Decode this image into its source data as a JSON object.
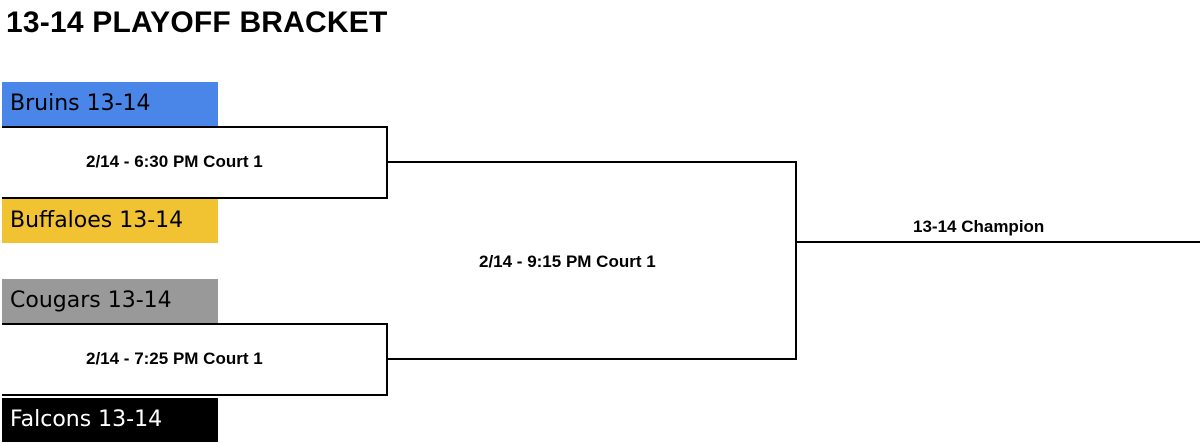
{
  "title": "13-14 PLAYOFF BRACKET",
  "teams": [
    {
      "name": "Bruins 13-14",
      "bg": "#4a86e8",
      "fg": "#000000"
    },
    {
      "name": "Buffaloes 13-14",
      "bg": "#f1c232",
      "fg": "#000000"
    },
    {
      "name": "Cougars 13-14",
      "bg": "#999999",
      "fg": "#000000"
    },
    {
      "name": "Falcons 13-14",
      "bg": "#000000",
      "fg": "#ffffff"
    }
  ],
  "games": {
    "semifinal_1": "2/14 - 6:30 PM Court 1",
    "semifinal_2": "2/14 - 7:25 PM Court 1",
    "final": "2/14 - 9:15 PM Court 1"
  },
  "champion": "13-14 Champion"
}
